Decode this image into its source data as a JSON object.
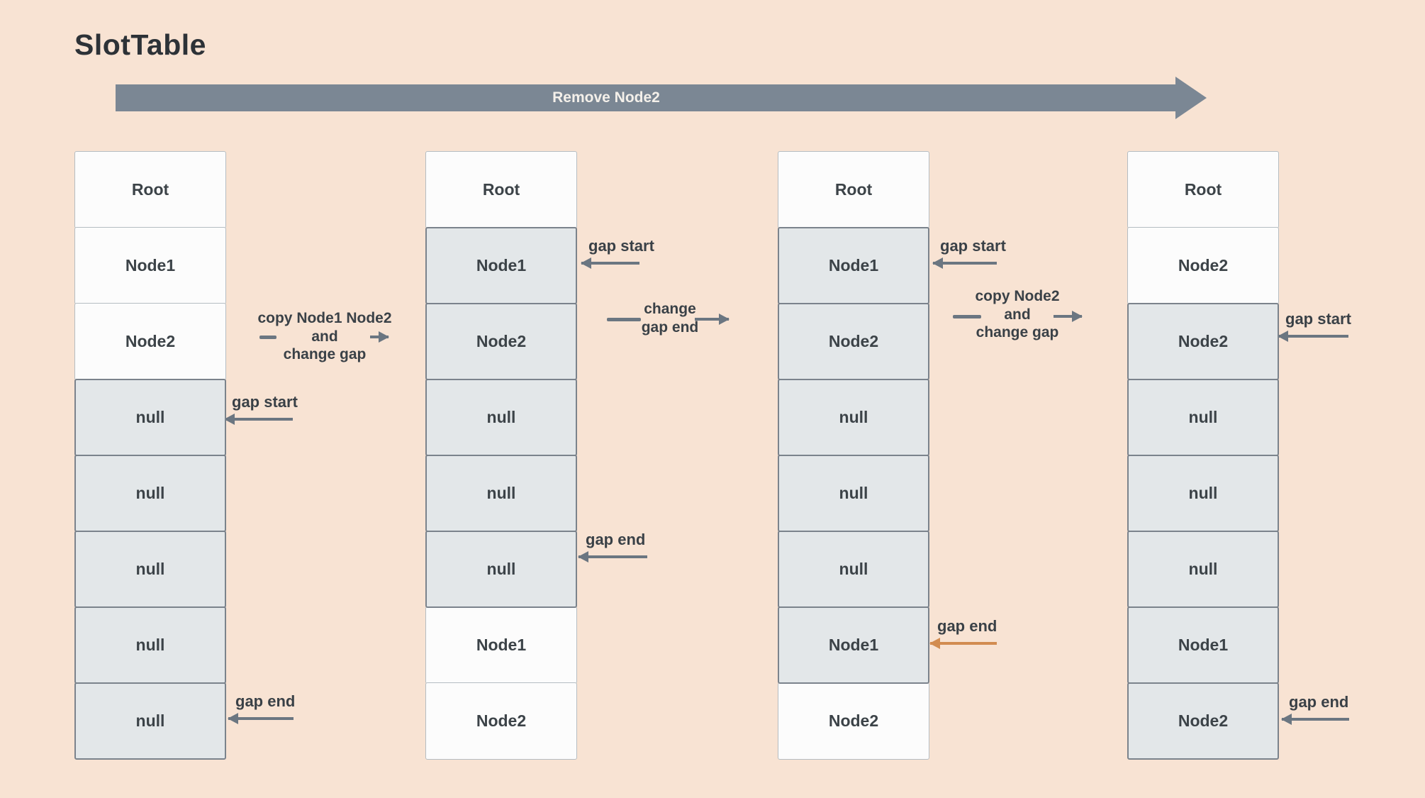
{
  "title": "SlotTable",
  "banner": {
    "label": "Remove Node2"
  },
  "columns": [
    {
      "name": "step-1-initial",
      "cells": [
        {
          "label": "Root",
          "state": "white"
        },
        {
          "label": "Node1",
          "state": "white"
        },
        {
          "label": "Node2",
          "state": "white"
        },
        {
          "label": "null",
          "state": "gray"
        },
        {
          "label": "null",
          "state": "gray"
        },
        {
          "label": "null",
          "state": "gray"
        },
        {
          "label": "null",
          "state": "gray"
        },
        {
          "label": "null",
          "state": "gray"
        }
      ]
    },
    {
      "name": "step-2-after-copy-node1-node2",
      "cells": [
        {
          "label": "Root",
          "state": "white"
        },
        {
          "label": "Node1",
          "state": "gray"
        },
        {
          "label": "Node2",
          "state": "gray"
        },
        {
          "label": "null",
          "state": "gray"
        },
        {
          "label": "null",
          "state": "gray"
        },
        {
          "label": "null",
          "state": "gray"
        },
        {
          "label": "Node1",
          "state": "white"
        },
        {
          "label": "Node2",
          "state": "white"
        }
      ]
    },
    {
      "name": "step-3-after-change-gap-end",
      "cells": [
        {
          "label": "Root",
          "state": "white"
        },
        {
          "label": "Node1",
          "state": "gray"
        },
        {
          "label": "Node2",
          "state": "gray"
        },
        {
          "label": "null",
          "state": "gray"
        },
        {
          "label": "null",
          "state": "gray"
        },
        {
          "label": "null",
          "state": "gray"
        },
        {
          "label": "Node1",
          "state": "gray"
        },
        {
          "label": "Node2",
          "state": "white"
        }
      ]
    },
    {
      "name": "step-4-after-copy-node2",
      "cells": [
        {
          "label": "Root",
          "state": "white"
        },
        {
          "label": "Node2",
          "state": "white"
        },
        {
          "label": "Node2",
          "state": "gray"
        },
        {
          "label": "null",
          "state": "gray"
        },
        {
          "label": "null",
          "state": "gray"
        },
        {
          "label": "null",
          "state": "gray"
        },
        {
          "label": "Node1",
          "state": "gray"
        },
        {
          "label": "Node2",
          "state": "gray"
        }
      ]
    }
  ],
  "gap_markers": [
    {
      "label": "gap start"
    },
    {
      "label": "gap end"
    },
    {
      "label": "gap start"
    },
    {
      "label": "gap end"
    },
    {
      "label": "gap start"
    },
    {
      "label": "gap end",
      "variant": "orange"
    },
    {
      "label": "gap start"
    },
    {
      "label": "gap end"
    }
  ],
  "annotations": [
    {
      "lines": [
        "copy Node1 Node2",
        "and",
        "change gap"
      ]
    },
    {
      "lines": [
        "change",
        "gap end"
      ]
    },
    {
      "lines": [
        "copy Node2",
        "and",
        "change gap"
      ]
    }
  ],
  "colors": {
    "background": "#f8e3d3",
    "banner": "#7b8794",
    "banner_text": "#f4f0ea",
    "cell_white_bg": "#fcfcfc",
    "cell_white_border": "#b5bdc2",
    "cell_gray_bg": "#e3e7e9",
    "cell_gray_border": "#7b838c",
    "text": "#3c4348",
    "arrow": "#6b7681",
    "highlight_arrow": "#d28c50"
  }
}
